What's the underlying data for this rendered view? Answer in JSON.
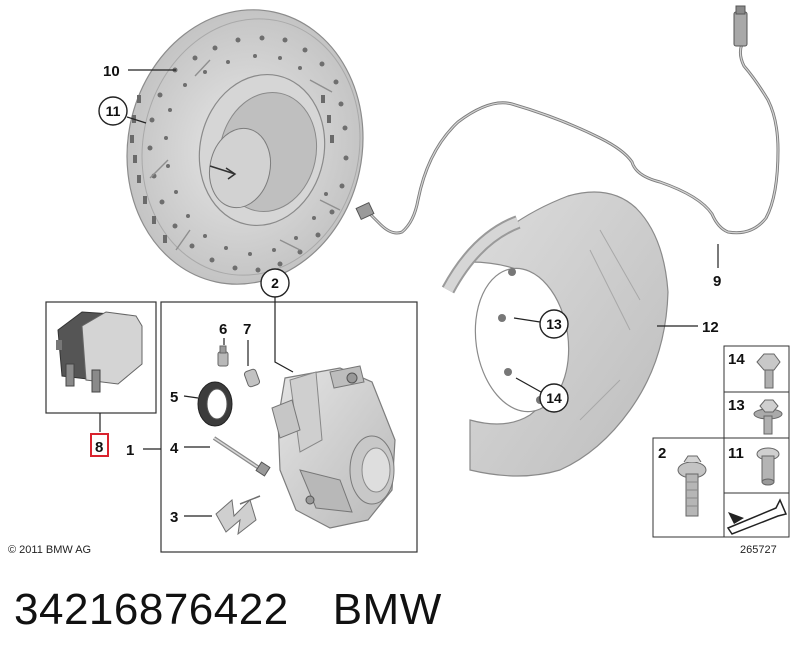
{
  "labels": {
    "n1": "1",
    "n2": "2",
    "n3": "3",
    "n4": "4",
    "n5": "5",
    "n6": "6",
    "n7": "7",
    "n8": "8",
    "n9": "9",
    "n10": "10",
    "n11": "11",
    "n12": "12",
    "n13": "13",
    "n14": "14"
  },
  "legend": {
    "l14": "14",
    "l13": "13",
    "l2": "2",
    "l11": "11"
  },
  "copyright": "© 2011 BMW AG",
  "diagram_id": "265727",
  "caption": {
    "part_number": "34216876422",
    "brand": "BMW"
  },
  "colors": {
    "highlight": "#d9232e",
    "part_fill": "#cfcfcf",
    "outline": "#333333"
  }
}
